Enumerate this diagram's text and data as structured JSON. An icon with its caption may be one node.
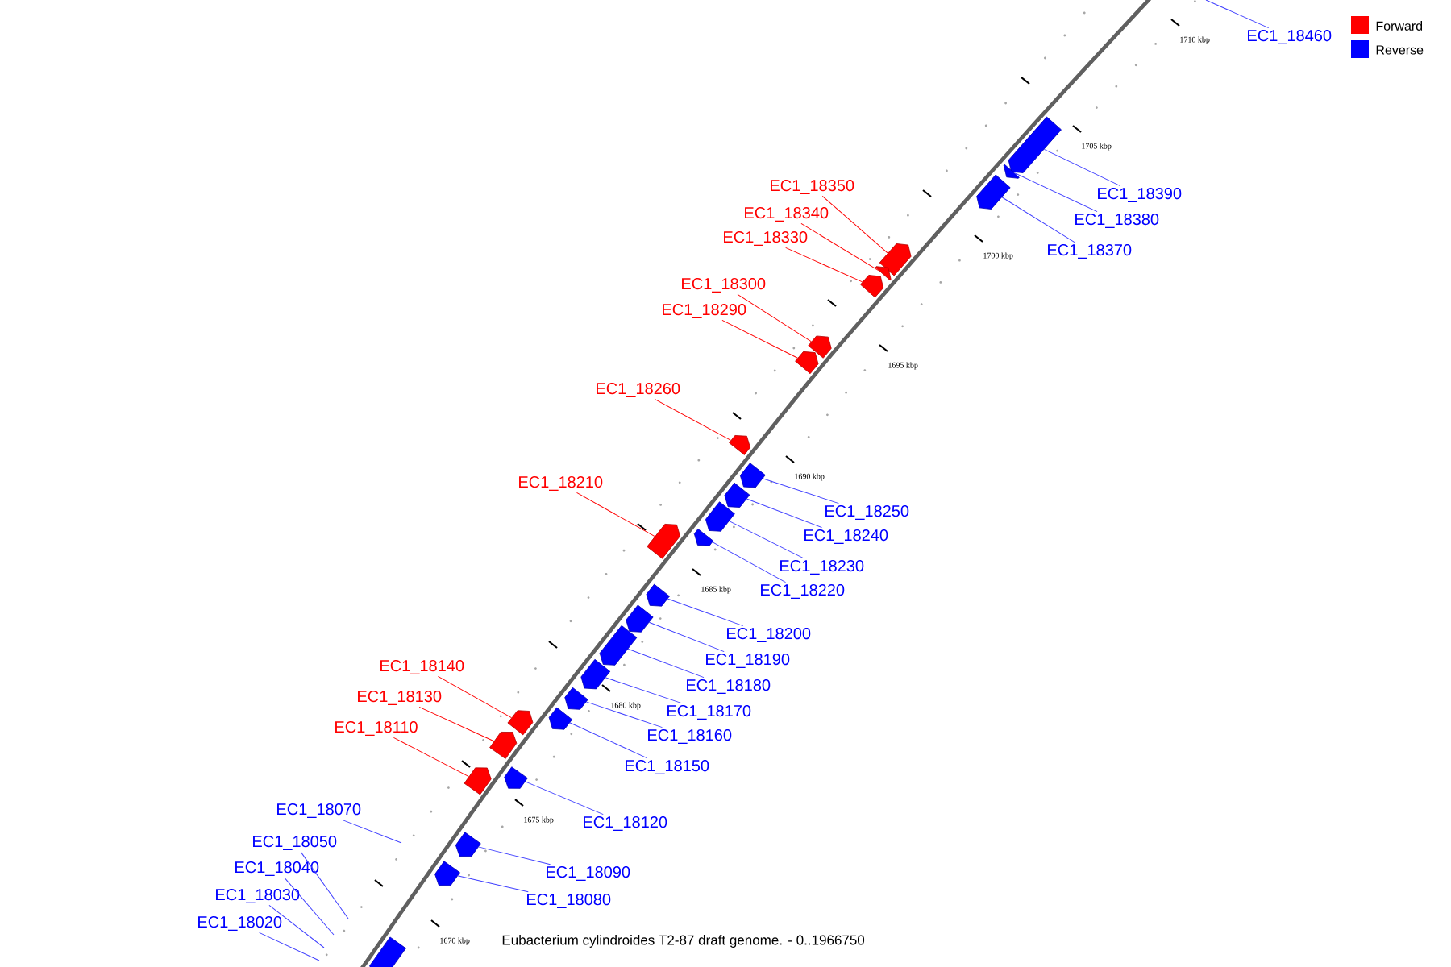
{
  "diagram": {
    "caption": "Eubacterium cylindroides T2-87 draft genome. - 0..1966750",
    "nodes": [
      {
        "text": [
          "EC1_18460"
        ]
      },
      {
        "text": [
          "EC1_18350"
        ]
      },
      {
        "text": [],
        "shape": "arrow"
      },
      {
        "text": [
          "EC1_18390"
        ]
      },
      {
        "text": [],
        "shape": "arrow"
      },
      {
        "text": [
          "EC1_18340"
        ]
      },
      {
        "text": [],
        "shape": "arrow"
      },
      {
        "text": [
          "EC1_18380"
        ]
      },
      {
        "text": [],
        "shape": "arrow"
      },
      {
        "text": [
          "EC1_18330"
        ]
      },
      {
        "text": [],
        "shape": "arrow"
      },
      {
        "text": [
          "EC1_18370"
        ]
      },
      {
        "text": [],
        "shape": "arrow"
      },
      {
        "text": [
          "EC1_18300"
        ]
      },
      {
        "text": [],
        "shape": "arrow"
      },
      {
        "text": [
          "EC1_18290"
        ]
      },
      {
        "text": [],
        "shape": "arrow"
      },
      {
        "text": [
          "EC1_18260"
        ]
      },
      {
        "text": [],
        "shape": "arrow"
      },
      {
        "text": [
          "EC1_18210"
        ]
      },
      {
        "text": [],
        "shape": "arrow"
      },
      {
        "text": [
          "EC1_18250"
        ]
      },
      {
        "text": [],
        "shape": "arrow"
      },
      {
        "text": [
          "EC1_18240"
        ]
      },
      {
        "text": [],
        "shape": "arrow"
      },
      {
        "text": [
          "EC1_18230"
        ]
      },
      {
        "text": [],
        "shape": "arrow"
      },
      {
        "text": [
          "EC1_18220"
        ]
      },
      {
        "text": [],
        "shape": "arrow"
      },
      {
        "text": [
          "EC1_18200"
        ]
      },
      {
        "text": [],
        "shape": "arrow"
      },
      {
        "text": [
          "EC1_18190"
        ]
      },
      {
        "text": [],
        "shape": "arrow"
      },
      {
        "text": [
          "EC1_18140"
        ]
      },
      {
        "text": [],
        "shape": "arrow"
      },
      {
        "text": [
          "EC1_18180"
        ]
      },
      {
        "text": [],
        "shape": "arrow"
      },
      {
        "text": [
          "EC1_18130"
        ]
      },
      {
        "text": [],
        "shape": "arrow"
      },
      {
        "text": [
          "EC1_18170"
        ]
      },
      {
        "text": [],
        "shape": "arrow"
      },
      {
        "text": [
          "EC1_18110"
        ]
      },
      {
        "text": [],
        "shape": "arrow"
      },
      {
        "text": [
          "EC1_18160"
        ]
      },
      {
        "text": [],
        "shape": "arrow"
      },
      {
        "text": [
          "EC1_18150"
        ]
      },
      {
        "text": [],
        "shape": "arrow"
      },
      {
        "text": [
          "EC1_18120"
        ]
      },
      {
        "text": [],
        "shape": "arrow"
      },
      {
        "text": [
          "EC1_18070"
        ]
      },
      {
        "text": [
          "EC1_18090"
        ]
      },
      {
        "text": [],
        "shape": "arrow"
      },
      {
        "text": [
          "EC1_18050"
        ]
      },
      {
        "text": [
          "EC1_18040"
        ]
      },
      {
        "text": [
          "EC1_18080"
        ]
      },
      {
        "text": [],
        "shape": "arrow"
      },
      {
        "text": [
          "EC1_18030"
        ]
      },
      {
        "text": [
          "EC1_18020"
        ]
      },
      {
        "text": [],
        "shape": "arrow"
      }
    ],
    "edges": [
      {
        "from": 0,
        "to": null,
        "arrow": "none"
      },
      {
        "from": 1,
        "to": 2,
        "arrow": "none",
        "color": "#ff0000"
      },
      {
        "from": 3,
        "to": 4,
        "arrow": "none"
      },
      {
        "from": 5,
        "to": 6,
        "arrow": "none",
        "color": "#ff0000"
      },
      {
        "from": 7,
        "to": 8,
        "arrow": "none"
      },
      {
        "from": 9,
        "to": 10,
        "arrow": "none",
        "color": "#ff0000"
      },
      {
        "from": 11,
        "to": 12,
        "arrow": "none"
      },
      {
        "from": 13,
        "to": 14,
        "arrow": "none",
        "color": "#ff0000"
      },
      {
        "from": 15,
        "to": 16,
        "arrow": "none",
        "color": "#ff0000"
      },
      {
        "from": 17,
        "to": 18,
        "arrow": "none",
        "color": "#ff0000"
      },
      {
        "from": 19,
        "to": 20,
        "arrow": "none",
        "color": "#ff0000"
      },
      {
        "from": 21,
        "to": 22,
        "arrow": "none"
      },
      {
        "from": 23,
        "to": 24,
        "arrow": "none"
      },
      {
        "from": 25,
        "to": 26,
        "arrow": "none"
      },
      {
        "from": 27,
        "to": 28,
        "arrow": "none"
      },
      {
        "from": 29,
        "to": 30,
        "arrow": "none"
      },
      {
        "from": 31,
        "to": 32,
        "arrow": "none"
      },
      {
        "from": 33,
        "to": 34,
        "arrow": "none",
        "color": "#ff0000"
      },
      {
        "from": 35,
        "to": 36,
        "arrow": "none"
      },
      {
        "from": 37,
        "to": 38,
        "arrow": "none",
        "color": "#ff0000"
      },
      {
        "from": 39,
        "to": 40,
        "arrow": "none"
      },
      {
        "from": 41,
        "to": 42,
        "arrow": "none",
        "color": "#ff0000"
      },
      {
        "from": 43,
        "to": 44,
        "arrow": "none"
      },
      {
        "from": 45,
        "to": 46,
        "arrow": "none"
      },
      {
        "from": 47,
        "to": 48,
        "arrow": "none"
      },
      {
        "from": 49,
        "to": null,
        "arrow": "none"
      },
      {
        "from": 50,
        "to": 51,
        "arrow": "none"
      },
      {
        "from": 52,
        "to": null,
        "arrow": "none"
      },
      {
        "from": 53,
        "to": null,
        "arrow": "none"
      },
      {
        "from": 54,
        "to": 55,
        "arrow": "none"
      },
      {
        "from": 56,
        "to": null,
        "arrow": "none"
      },
      {
        "from": 57,
        "to": null,
        "arrow": "none"
      }
    ],
    "labels": [
      "1710 kbp",
      "1705 kbp",
      "1700 kbp",
      "1695 kbp",
      "1690 kbp",
      "1685 kbp",
      "1680 kbp",
      "1675 kbp",
      "1670 kbp"
    ],
    "legend": [
      {
        "text": "Forward",
        "color": "#ff0000"
      },
      {
        "text": "Reverse",
        "color": "#0000ff"
      }
    ]
  }
}
